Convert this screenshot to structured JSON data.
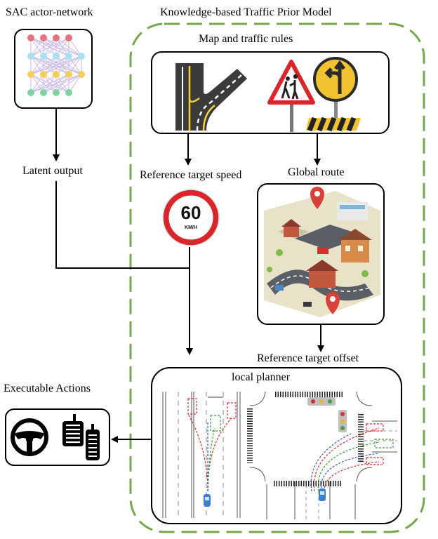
{
  "labels": {
    "sac_title": "SAC actor-network",
    "kb_title": "Knowledge-based Traffic Prior Model",
    "map_rules": "Map and traffic rules",
    "latent_output": "Latent output",
    "ref_speed": "Reference target speed",
    "global_route": "Global route",
    "ref_offset": "Reference target offset",
    "local_planner": "local planner",
    "exec_actions": "Executable Actions"
  },
  "speed_sign": {
    "value": "60",
    "unit": "KM/H"
  },
  "colors": {
    "frame_dash": "#76a84b",
    "nn_red": "#e8727c",
    "nn_blue": "#a9dff2",
    "nn_yellow": "#f5cf55",
    "nn_green": "#7fd3a3",
    "nn_edge": "#c9b9e8",
    "road": "#3b3b3b",
    "road_line": "#f2d13a",
    "sign_red": "#d8262b",
    "sign_yellow": "#f2c230",
    "map_pin": "#d8403a",
    "grass": "#e8e2c9",
    "route_red": "#d62f2f",
    "route_blue": "#3a5fcf",
    "route_green": "#3a9b3a"
  },
  "icons": [
    "neural-network-icon",
    "road-curve-icon",
    "pedestrian-warning-icon",
    "direction-sign-icon",
    "speed-limit-icon",
    "city-map-icon",
    "steering-wheel-icon",
    "pedals-icon"
  ]
}
